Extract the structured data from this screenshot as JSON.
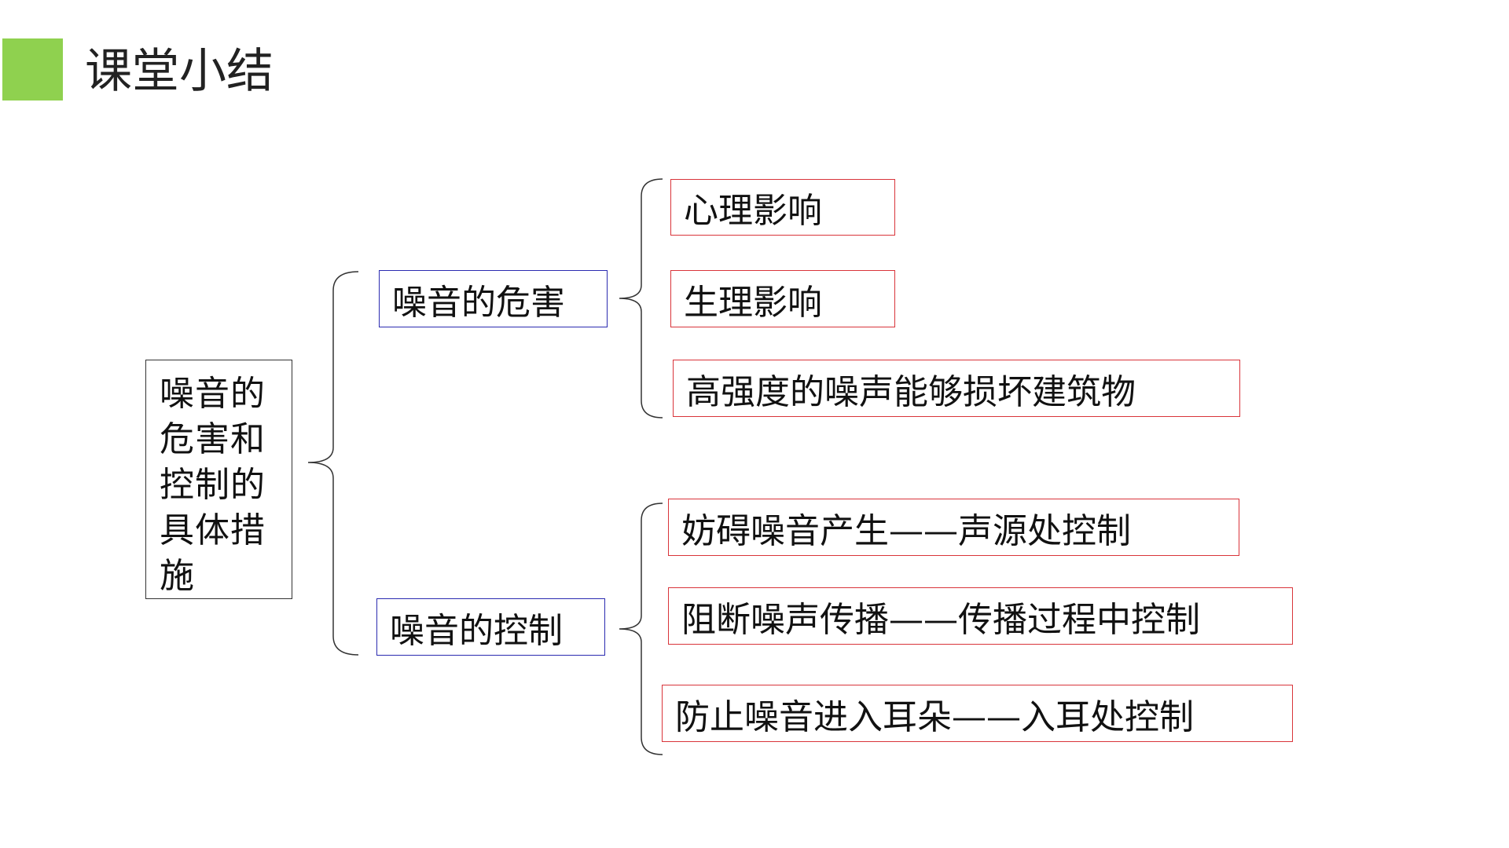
{
  "page": {
    "title": "课堂小结",
    "accent_color": "#8fd14f"
  },
  "diagram": {
    "root": {
      "lines": [
        "噪音的",
        "危害和",
        "控制的",
        "具体措",
        "施"
      ],
      "border_color": "#333333"
    },
    "branches": [
      {
        "label": "噪音的危害",
        "border_color": "#2b2bb0",
        "items": [
          "心理影响",
          "生理影响",
          "高强度的噪声能够损坏建筑物"
        ]
      },
      {
        "label": "噪音的控制",
        "border_color": "#2b2bb0",
        "items": [
          "妨碍噪音产生——声源处控制",
          "阻断噪声传播——传播过程中控制",
          "防止噪音进入耳朵——入耳处控制"
        ]
      }
    ],
    "item_border_color": "#d9343a",
    "bracket_color": "#333333"
  }
}
